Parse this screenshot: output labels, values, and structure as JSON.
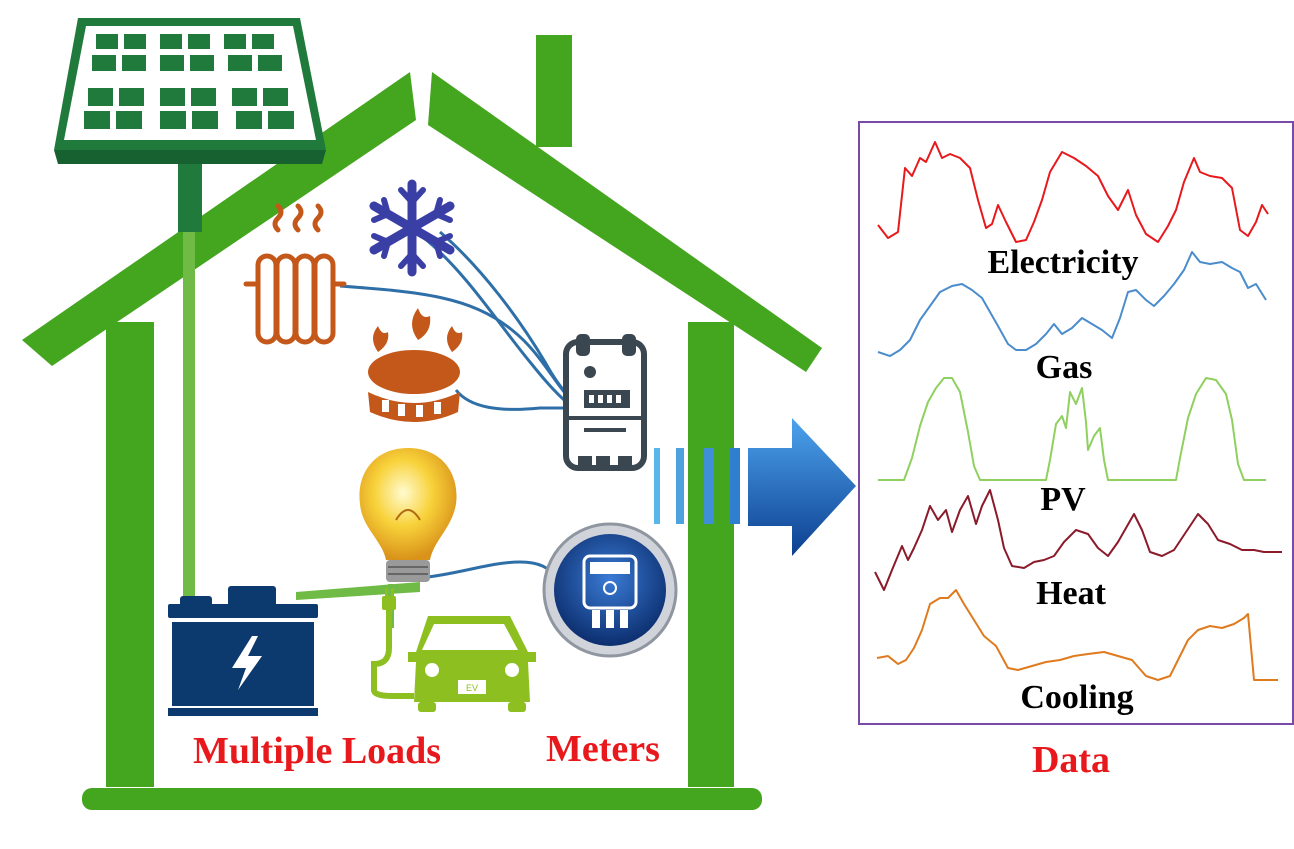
{
  "labels": {
    "multiple_loads": "Multiple Loads",
    "meters": "Meters",
    "data": "Data"
  },
  "data_panel": {
    "signals": [
      {
        "name": "Electricity",
        "color": "#e8191c"
      },
      {
        "name": "Gas",
        "color": "#4a8ccc"
      },
      {
        "name": "PV",
        "color": "#8fd060"
      },
      {
        "name": "Heat",
        "color": "#8b1a2a"
      },
      {
        "name": "Cooling",
        "color": "#e07a1e"
      }
    ]
  },
  "colors": {
    "house": "#44a51f",
    "battery": "#0d3a6e",
    "ev": "#8cbf1f",
    "meter_body": "#3a4650",
    "heater": "#c4581a",
    "snowflake": "#3a3fa5",
    "arrow": "#1a64c2",
    "panel_border": "#7a4aa8",
    "label_red": "#e8191c"
  },
  "icons": [
    "solar-panel-icon",
    "radiator-icon",
    "snowflake-icon",
    "gas-burner-icon",
    "gas-meter-icon",
    "light-bulb-icon",
    "smart-meter-icon",
    "battery-icon",
    "electric-car-icon",
    "arrow-icon"
  ]
}
